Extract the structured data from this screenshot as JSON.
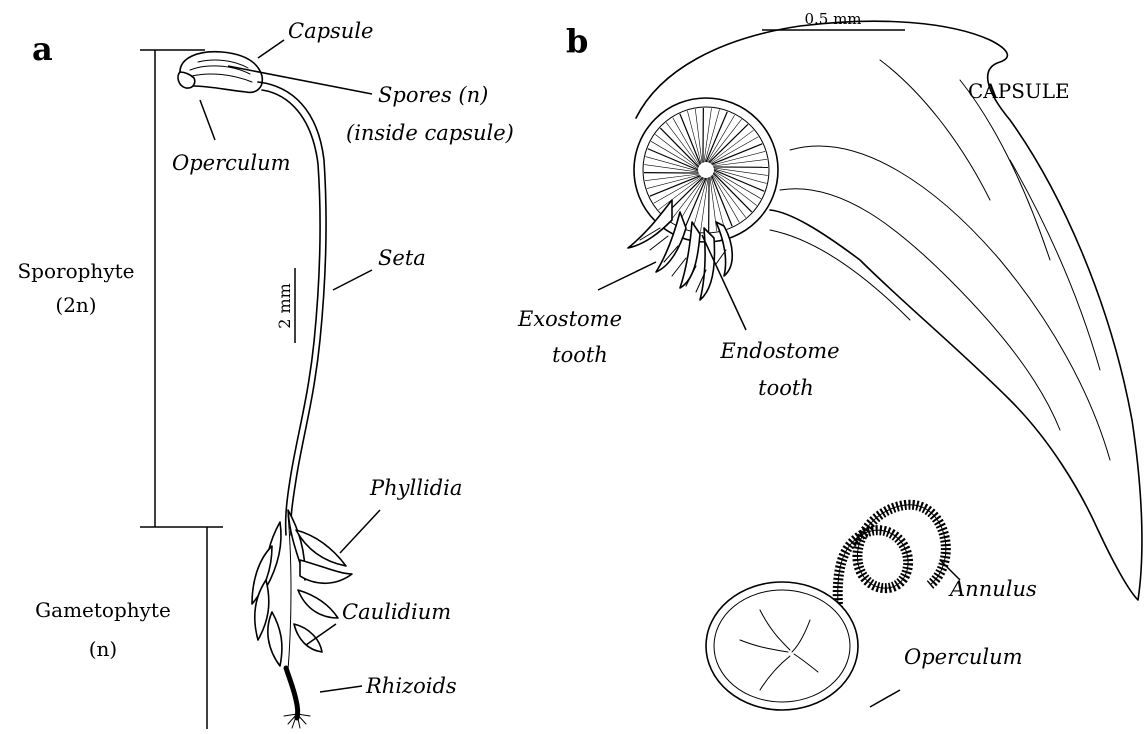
{
  "panel_a": {
    "letter": "a",
    "labels": {
      "capsule": "Capsule",
      "spores": "Spores (n)",
      "spores_note": "(inside capsule)",
      "operculum": "Operculum",
      "seta": "Seta",
      "phyllidia": "Phyllidia",
      "caulidium": "Caulidium",
      "rhizoids": "Rhizoids"
    },
    "scale": "2 mm",
    "generations": {
      "sporophyte": "Sporophyte",
      "sporophyte_ploidy": "(2n)",
      "gametophyte": "Gametophyte",
      "gametophyte_ploidy": "(n)"
    }
  },
  "panel_b": {
    "letter": "b",
    "scale": "0.5 mm",
    "labels": {
      "capsule": "CAPSULE",
      "exostome": "Exostome",
      "exostome_2": "tooth",
      "endostome": "Endostome",
      "endostome_2": "tooth",
      "annulus": "Annulus",
      "operculum": "Operculum"
    }
  }
}
